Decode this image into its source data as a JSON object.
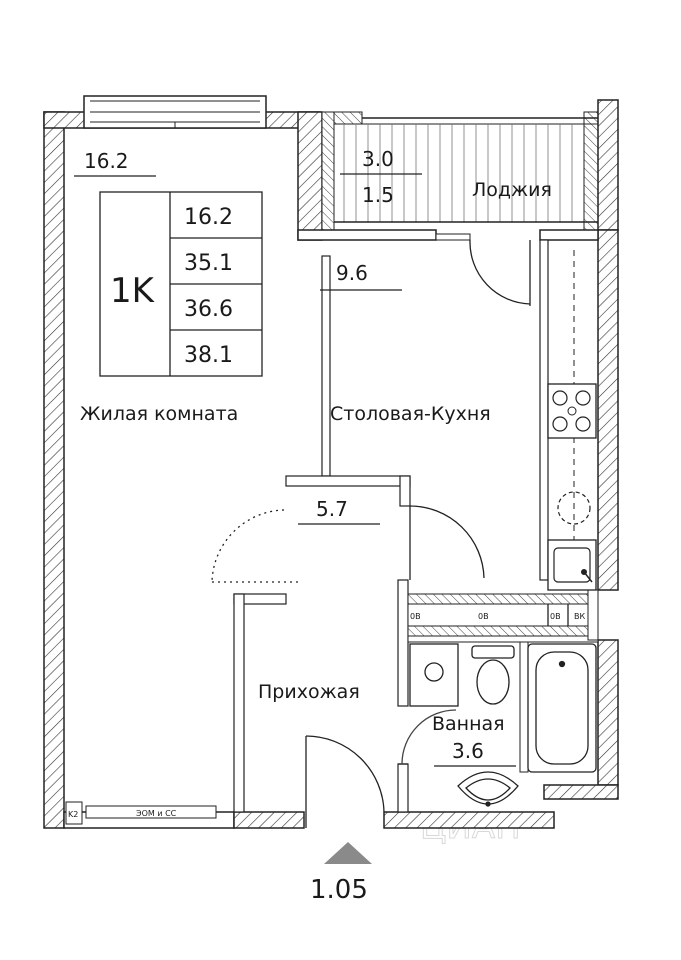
{
  "apartment": {
    "code": "1K",
    "areas": [
      "16.2",
      "35.1",
      "36.6",
      "38.1"
    ],
    "floor_label": "1.05"
  },
  "rooms": {
    "living": {
      "name": "Жилая комната",
      "area": "16.2"
    },
    "loggia": {
      "name": "Лоджия",
      "area_top": "3.0",
      "area_bottom": "1.5"
    },
    "kitchen": {
      "name": "Столовая-Кухня",
      "area": "9.6"
    },
    "hall": {
      "name": "Прихожая",
      "area": "5.7"
    },
    "bath": {
      "name": "Ванная",
      "area": "3.6"
    }
  },
  "markers": {
    "k2": "K2",
    "meters": "ЭОМ и СС",
    "ov1": "0В",
    "ov2": "0В",
    "ov3": "0В",
    "vk": "ВК"
  },
  "watermark": "ЦИАН"
}
